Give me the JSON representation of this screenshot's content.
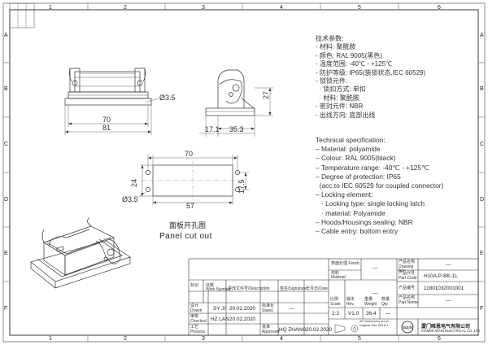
{
  "frame": {
    "col_labels": [
      "1",
      "2",
      "3",
      "4",
      "5",
      "6"
    ],
    "row_labels": [
      "A",
      "B",
      "C",
      "D",
      "E",
      "F"
    ]
  },
  "side_view": {
    "dims": {
      "d1": "3.5",
      "d2": "70",
      "d3": "81"
    }
  },
  "end_view": {
    "dims": {
      "h": "27",
      "w1": "17.1",
      "w2": "35.3"
    }
  },
  "cutout": {
    "dims": {
      "w_top": "70",
      "h_right": "17.5",
      "h_left": "24",
      "d": "3.5",
      "w_bot": "57"
    },
    "caption_cn": "面板开孔图",
    "caption_en": "Panel cut out"
  },
  "spec_cn": [
    "技术参数:",
    "- 材料: 聚酰胺",
    "- 颜色: RAL 9005(黑色)",
    "- 温度范围: -40℃ - +125℃",
    "- 防护等级: IP65(装锁状态,IEC 60529)",
    "- 锁锁元件:",
    "  · 锁扣方式: 单扣",
    "  · 材料: 聚酰胺",
    "- 密封元件: NBR",
    "- 出线方向: 底部出线"
  ],
  "spec_en": [
    "Technical specification:",
    "– Material: polyamide",
    "– Colour: RAL 9005(black)",
    "– Temperature range: -40℃ - +125℃",
    "– Degree of protection: IP65",
    "  (acc.to IEC 60529 for coupled connector)",
    "– Locking element:",
    "   · Locking type: single locking latch",
    "   · material: Polyamide",
    "– Hoods/Housings sealing: NBR",
    "– Cable entry: bottom entry"
  ],
  "title_block": {
    "finish_label": "表面处理 Finish",
    "finish_value": "—",
    "material_label": "材料 Material",
    "material_value": "—",
    "drawing_no_label": "产品名称 Drawing No.",
    "drawing_no_value": "—",
    "part_code_label": "产品代号 Part Code",
    "part_code_value": "H10A.P-BK-1L",
    "part_no_label": "产品编号",
    "part_no_value": "11801032001001",
    "part_name_label": "产品名称 Part Name",
    "part_name_value": "—",
    "hdr_mark": "标记",
    "hdr_qty": "处数",
    "hdr_number": "Work Number",
    "hdr_desc": "更改文件号/Description",
    "hdr_sign": "签名/Signature",
    "hdr_date": "年月日/Date",
    "drawn_label": "设计 Drawn",
    "drawn_name": "SY JI",
    "drawn_date": "20.02.2020",
    "checked_label": "审核 Checked",
    "checked_name": "HZ LAN",
    "checked_date": "20.02.2020",
    "process_label": "工艺 Process",
    "std_label": "标准化 Stand.",
    "approved_label": "批准 Approved",
    "approved_name": "HQ ZHANG",
    "approved_date": "20.02.2020",
    "scale_label": "比例 Scale",
    "scale_value": "2:3",
    "rev_label": "版本 Rev.",
    "rev_value": "V1.0",
    "weight_label": "重量 Weight",
    "weight_value": "36.4",
    "qty_label": "数量 Qty.",
    "qty_value": "—",
    "tol_note": "All Dimensions at mm Original Size DIN A 4",
    "company_cn": "厦门唯恩电气有限公司",
    "company_en": "XIAMEN WAIN ELECTRICAL CO.,LTD"
  }
}
